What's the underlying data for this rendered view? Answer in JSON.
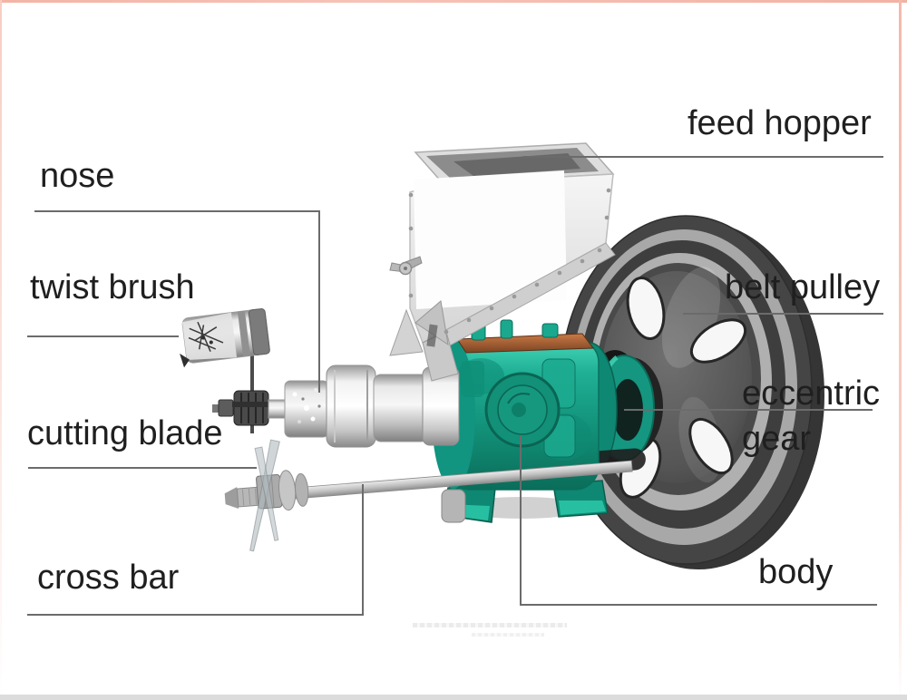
{
  "diagram": {
    "kind": "labeled-parts-diagram",
    "labels": {
      "nose": "nose",
      "twist_brush": "twist brush",
      "cutting_blade": "cutting blade",
      "cross_bar": "cross bar",
      "feed_hopper": "feed hopper",
      "belt_pulley": "belt pulley",
      "eccentric_line1": "eccentric",
      "eccentric_line2": "gear",
      "body": "body"
    }
  },
  "palette": {
    "label_text": "#1f1f1f",
    "leader_line": "#6b6b6b",
    "machine_teal": "#15a088",
    "machine_teal_dark": "#0b6f5c",
    "pulley_gray": "#454545",
    "steel_light": "#e8e8e8",
    "copper_plate": "#a05a33",
    "frame_top_edge": "#f3b4a6",
    "frame_bottom_bar": "#dcdcdc"
  }
}
